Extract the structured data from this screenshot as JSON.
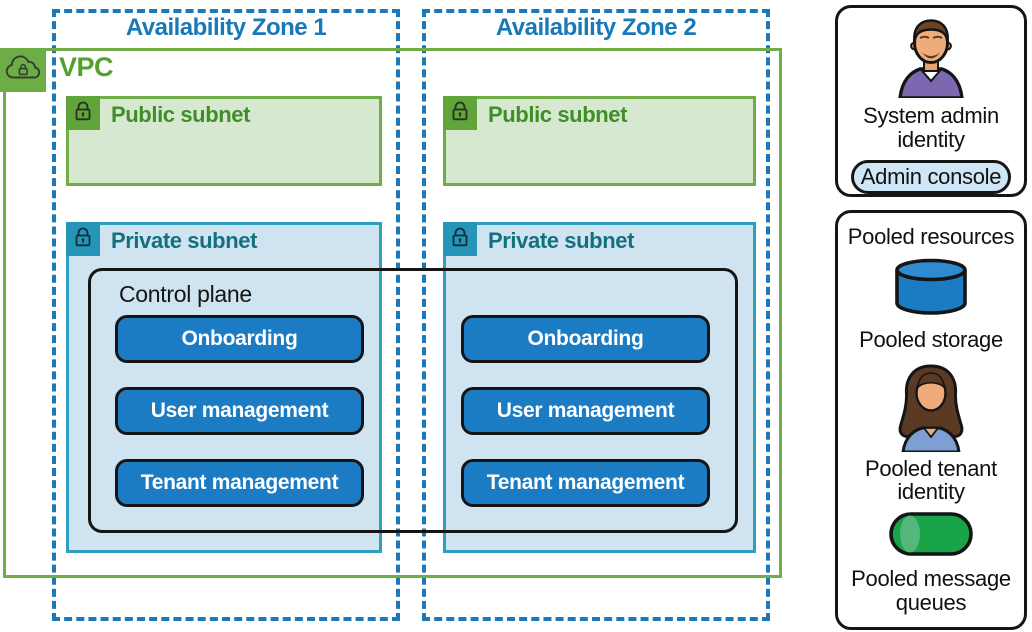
{
  "diagram": {
    "availability_zones": [
      {
        "label": "Availability Zone 1"
      },
      {
        "label": "Availability Zone 2"
      }
    ],
    "vpc": {
      "label": "VPC",
      "icon": "cloud-lock-icon"
    },
    "public_subnet_label": "Public subnet",
    "private_subnet_label": "Private subnet",
    "subnet_icon": "lock-icon",
    "control_plane": {
      "label": "Control plane",
      "services": [
        "Onboarding",
        "User management",
        "Tenant management"
      ]
    }
  },
  "legend": {
    "admin_panel": {
      "avatar_icon": "admin-person-icon",
      "identity_label": "System admin identity",
      "console_button": "Admin console"
    },
    "pooled_panel": {
      "title": "Pooled resources",
      "storage": {
        "icon": "storage-cylinder-icon",
        "label": "Pooled storage"
      },
      "tenant": {
        "icon": "tenant-person-icon",
        "label": "Pooled tenant identity"
      },
      "queues": {
        "icon": "message-queue-icon",
        "label": "Pooled message queues"
      }
    }
  },
  "colors": {
    "az_label_blue": "#1878b8",
    "dashed_border_blue": "#1c79b8",
    "vpc_green_border": "#70ad47",
    "vpc_green_text": "#54a02c",
    "public_subnet_fill": "#d6e8d0",
    "public_subnet_text": "#3f8e27",
    "private_subnet_border": "#2f9fc0",
    "private_subnet_fill": "#cfe3f0",
    "private_subnet_text": "#13707e",
    "service_node_blue": "#1b7cc4",
    "outline_black": "#151515",
    "admin_console_fill": "#cfe6f7",
    "queue_green": "#19a449"
  }
}
